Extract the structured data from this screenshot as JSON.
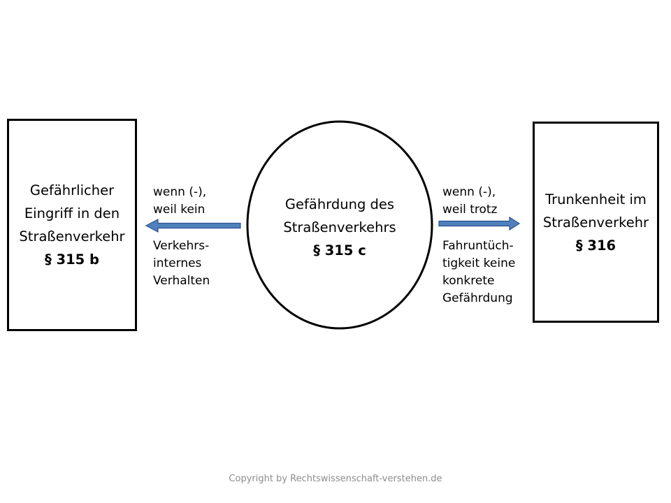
{
  "left_box": {
    "lines": [
      "Gefährlicher",
      "Eingriff in den",
      "Straßenverkehr"
    ],
    "section": "§ 315 b"
  },
  "center": {
    "lines": [
      "Gefährdung des",
      "Straßenverkehrs"
    ],
    "section": "§ 315 c"
  },
  "right_box": {
    "lines": [
      "Trunkenheit im",
      "Straßenverkehr"
    ],
    "section": "§ 316"
  },
  "left_arrow": {
    "label_top": [
      "wenn (-),",
      "weil kein"
    ],
    "label_bottom": [
      "Verkehrs-",
      "internes",
      "Verhalten"
    ]
  },
  "right_arrow": {
    "label_top": [
      "wenn (-),",
      "weil trotz"
    ],
    "label_bottom": [
      "Fahruntüch-",
      "tigkeit keine",
      "konkrete",
      "Gefährdung"
    ]
  },
  "colors": {
    "arrow_fill": "#4f81bd",
    "arrow_stroke": "#2f528f",
    "outline": "#000000",
    "copyright": "#8c8c8c"
  },
  "copyright": "Copyright by Rechtswissenschaft-verstehen.de"
}
